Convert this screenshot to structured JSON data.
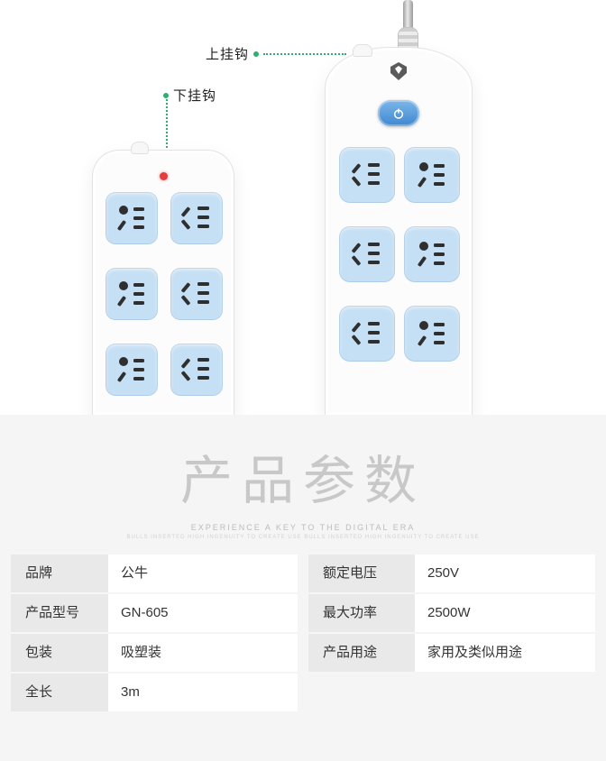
{
  "annotations": {
    "upper_hook": "上挂钩",
    "lower_hook": "下挂钩"
  },
  "params": {
    "title": "产品参数",
    "subtitle": "EXPERIENCE A KEY TO THE DIGITAL ERA",
    "tagline": "BULLS INSERTED HIGH INGENUITY TO CREATE USE BULLS INSERTED HIGH INGENUITY TO CREATE USE"
  },
  "specs": {
    "left": [
      {
        "label": "品牌",
        "value": "公牛"
      },
      {
        "label": "产品型号",
        "value": "GN-605"
      },
      {
        "label": "包装",
        "value": "吸塑装"
      },
      {
        "label": "全长",
        "value": "3m"
      }
    ],
    "right": [
      {
        "label": "额定电压",
        "value": "250V"
      },
      {
        "label": "最大功率",
        "value": "2500W"
      },
      {
        "label": "产品用途",
        "value": "家用及类似用途"
      }
    ]
  },
  "icons": {
    "power_button": "power-icon",
    "brand_logo": "bull-shield-icon",
    "indicator": "red-indicator-dot"
  },
  "colors": {
    "annotation_green": "#2fae6e",
    "socket_blue": "#c5dff4",
    "button_blue": "#4a93d8",
    "indicator_red": "#e63c3c",
    "section_bg": "#f5f5f5",
    "label_cell_bg": "#e9e9e9"
  }
}
